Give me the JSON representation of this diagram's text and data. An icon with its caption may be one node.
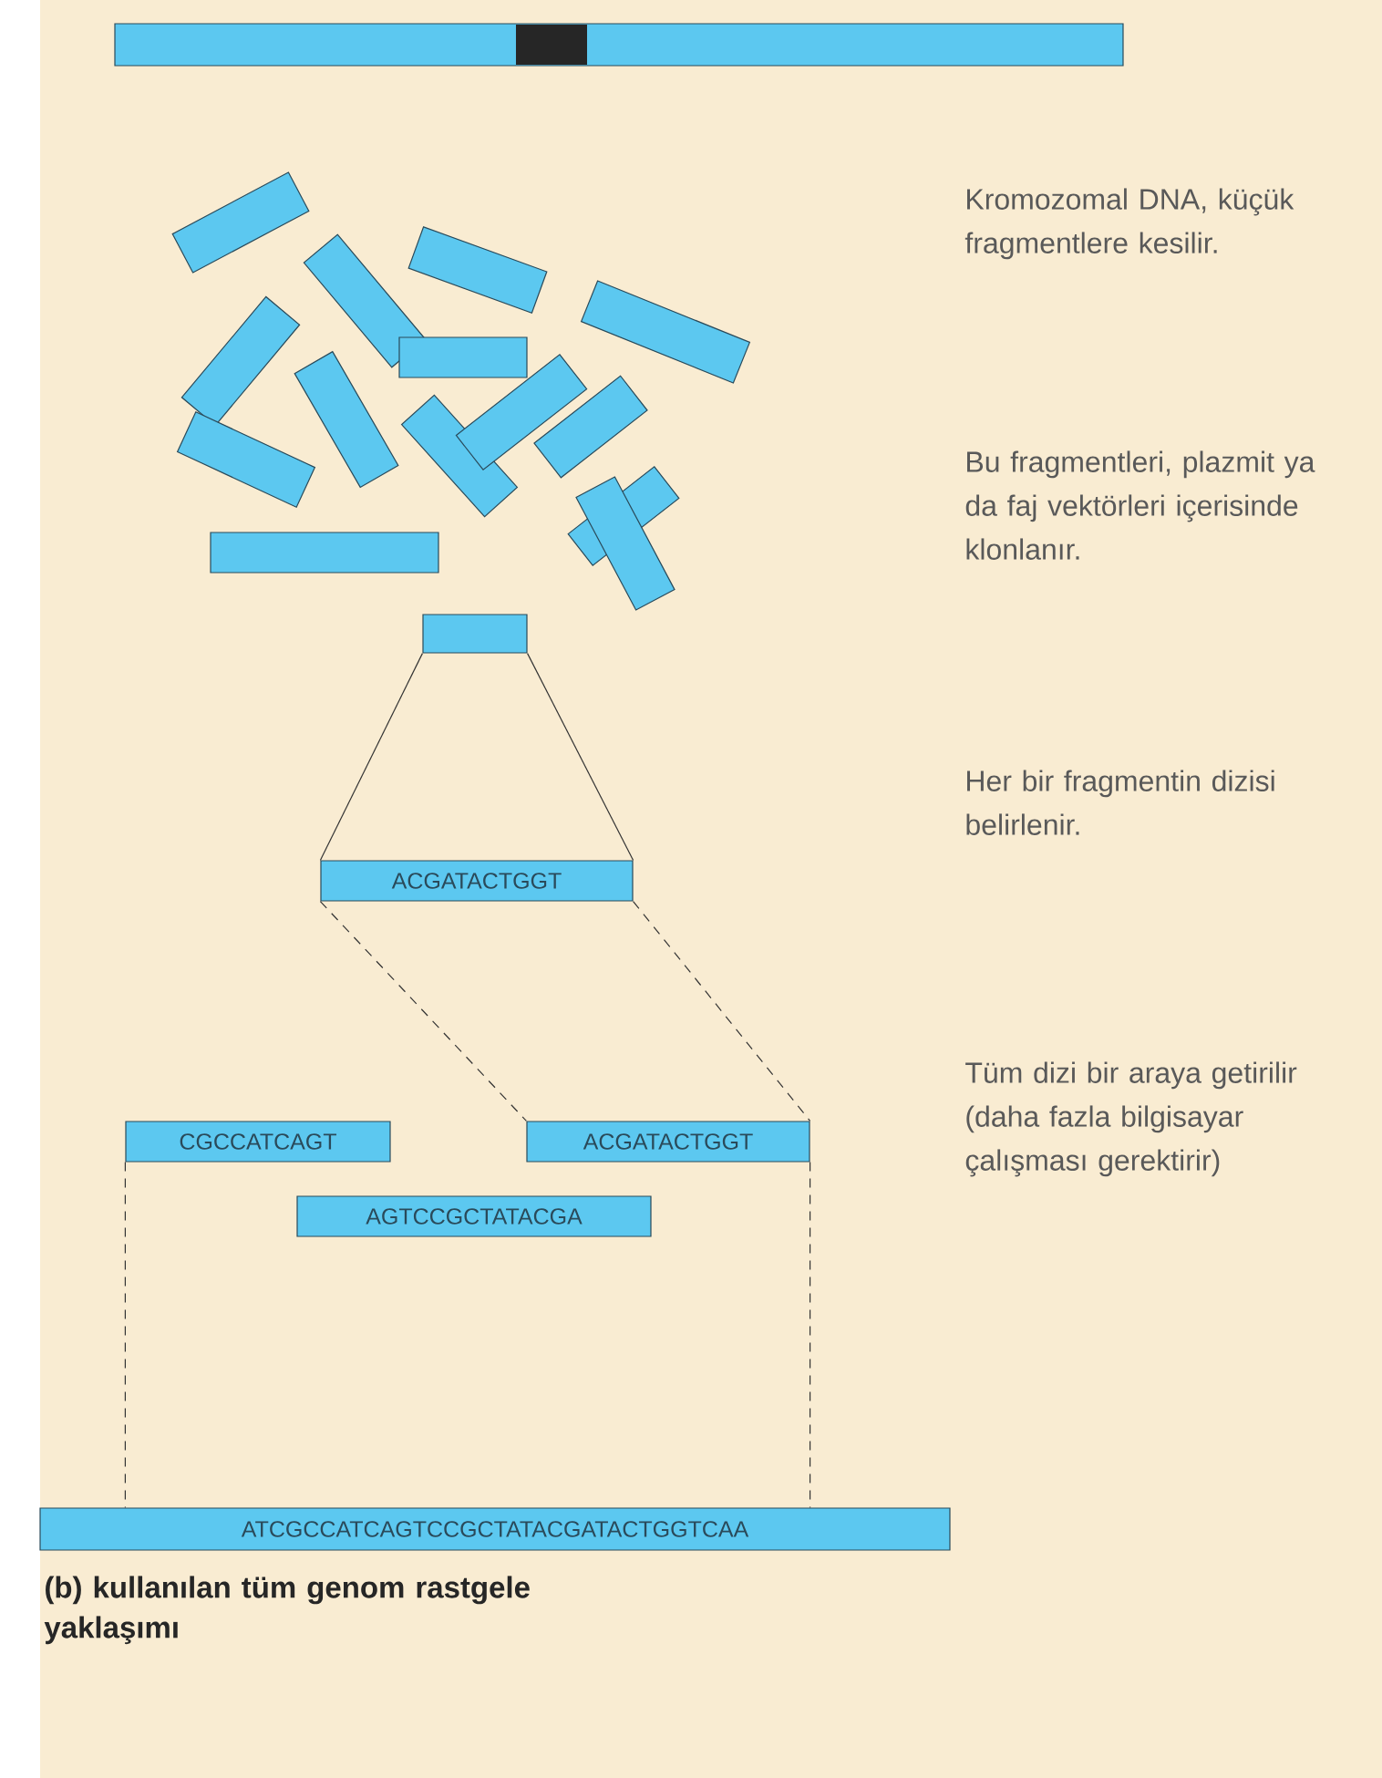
{
  "diagram": {
    "caption": "(b) kullanılan tüm genom rastgele yaklaşımı",
    "nodes": [
      {
        "text": [],
        "shape": "bar"
      },
      {
        "text": [
          "ACGATACTGGT"
        ]
      },
      {
        "text": [
          "CGCCATCAGT"
        ]
      },
      {
        "text": [
          "ACGATACTGGT"
        ]
      },
      {
        "text": [
          "AGTCCGCTATACGA"
        ]
      },
      {
        "text": [
          "ATCGCCATCAGTCCGCTATACGATACTGGTCAA"
        ]
      }
    ],
    "edges": [
      {
        "from": 0,
        "to": 1,
        "arrow": "none"
      },
      {
        "from": 0,
        "to": 1,
        "arrow": "none"
      },
      {
        "from": 1,
        "to": 3,
        "arrow": "none",
        "style": "dashed"
      },
      {
        "from": 1,
        "to": 3,
        "arrow": "none",
        "style": "dashed"
      },
      {
        "from": 2,
        "to": 5,
        "arrow": "none",
        "style": "dashed"
      },
      {
        "from": 3,
        "to": 5,
        "arrow": "none",
        "style": "dashed"
      }
    ],
    "labels": [
      "Kromozomal DNA, küçük fragmentlere kesilir.",
      "Bu fragmentleri, plazmit ya da faj vektörleri içerisinde klonlanır.",
      "Her bir fragmentin dizisi belirlenir.",
      "Tüm dizi bir araya getirilir (daha fazla bilgisayar çalışması gerektirir)"
    ]
  }
}
